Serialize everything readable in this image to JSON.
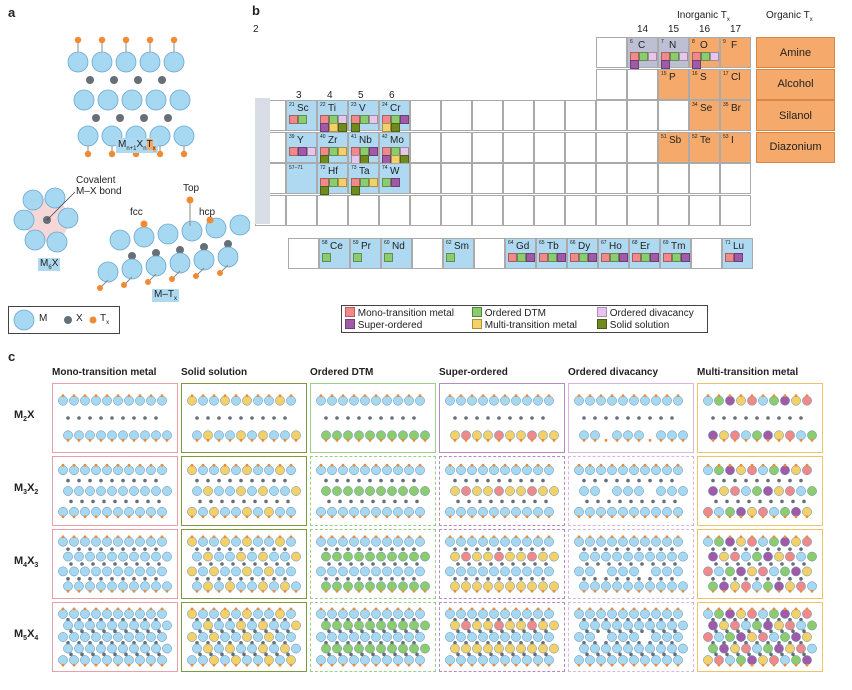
{
  "panel_a": {
    "label": "a",
    "formula_main": [
      "M",
      "n+1",
      "X",
      "n",
      "T",
      "x"
    ],
    "covalent_label": [
      "Covalent",
      "M–X bond"
    ],
    "m6x_label": [
      "M",
      "6",
      "X"
    ],
    "top_label": "Top",
    "fcc_label": "fcc",
    "hcp_label": "hcp",
    "mt_label": [
      "M–T",
      "x"
    ],
    "legend": [
      {
        "label": "M",
        "color": "#a7d8f2"
      },
      {
        "label": "X",
        "color": "#666f78"
      },
      {
        "label": "T",
        "sub": "x",
        "color": "#f08a33"
      }
    ]
  },
  "panel_b": {
    "label": "b",
    "group_headers": [
      {
        "text": "2",
        "col": 0,
        "row": -1
      },
      {
        "text": "3",
        "col": 1
      },
      {
        "text": "4",
        "col": 2
      },
      {
        "text": "5",
        "col": 3
      },
      {
        "text": "6",
        "col": 4
      },
      {
        "text": "14",
        "col": 12
      },
      {
        "text": "15",
        "col": 13
      },
      {
        "text": "16",
        "col": 14
      },
      {
        "text": "17",
        "col": 15
      }
    ],
    "inorganic_title": [
      "Inorganic T",
      "x"
    ],
    "organic_title": [
      "Organic T",
      "x"
    ],
    "organic_groups": [
      "Amine",
      "Alcohol",
      "Silanol",
      "Diazonium"
    ],
    "transition_elements": [
      {
        "row": 2,
        "col": 1,
        "num": "21",
        "sym": "Sc",
        "marks": [
          "red",
          "green"
        ]
      },
      {
        "row": 2,
        "col": 2,
        "num": "22",
        "sym": "Ti",
        "marks": [
          "red",
          "green",
          "pink",
          "purple",
          "yellow",
          "olive"
        ]
      },
      {
        "row": 2,
        "col": 3,
        "num": "23",
        "sym": "V",
        "marks": [
          "red",
          "green",
          "pink",
          "olive"
        ]
      },
      {
        "row": 2,
        "col": 4,
        "num": "24",
        "sym": "Cr",
        "marks": [
          "red",
          "green",
          "purple",
          "yellow",
          "olive"
        ]
      },
      {
        "row": 3,
        "col": 1,
        "num": "39",
        "sym": "Y",
        "marks": [
          "red",
          "purple",
          "pink"
        ]
      },
      {
        "row": 3,
        "col": 2,
        "num": "40",
        "sym": "Zr",
        "marks": [
          "red",
          "green",
          "yellow",
          "olive"
        ]
      },
      {
        "row": 3,
        "col": 3,
        "num": "41",
        "sym": "Nb",
        "marks": [
          "red",
          "green",
          "purple",
          "pink",
          "olive"
        ]
      },
      {
        "row": 3,
        "col": 4,
        "num": "42",
        "sym": "Mo",
        "marks": [
          "red",
          "green",
          "pink",
          "purple",
          "yellow",
          "olive"
        ]
      },
      {
        "row": 4,
        "col": 1,
        "num": "57–71",
        "sym": "",
        "marks": []
      },
      {
        "row": 4,
        "col": 2,
        "num": "72",
        "sym": "Hf",
        "marks": [
          "red",
          "green",
          "yellow",
          "olive"
        ]
      },
      {
        "row": 4,
        "col": 3,
        "num": "73",
        "sym": "Ta",
        "marks": [
          "red",
          "green",
          "yellow",
          "olive"
        ]
      },
      {
        "row": 4,
        "col": 4,
        "num": "74",
        "sym": "W",
        "marks": [
          "green",
          "purple"
        ]
      }
    ],
    "nonmetal_elements": [
      {
        "row": 0,
        "col": 12,
        "num": "6",
        "sym": "C",
        "bg": "#bcc0d2",
        "marks": [
          "red",
          "green",
          "pink",
          "purple"
        ]
      },
      {
        "row": 0,
        "col": 13,
        "num": "7",
        "sym": "N",
        "bg": "#bcc0d2",
        "marks": [
          "red",
          "green",
          "pink",
          "purple"
        ]
      },
      {
        "row": 0,
        "col": 14,
        "num": "8",
        "sym": "O",
        "bg": "#f5a96a",
        "marks": [
          "red",
          "green",
          "pink",
          "purple"
        ]
      },
      {
        "row": 0,
        "col": 15,
        "num": "9",
        "sym": "F",
        "bg": "#f5a96a",
        "marks": []
      },
      {
        "row": 1,
        "col": 13,
        "num": "15",
        "sym": "P",
        "bg": "#f5a96a",
        "marks": []
      },
      {
        "row": 1,
        "col": 14,
        "num": "16",
        "sym": "S",
        "bg": "#f5a96a",
        "marks": []
      },
      {
        "row": 1,
        "col": 15,
        "num": "17",
        "sym": "Cl",
        "bg": "#f5a96a",
        "marks": []
      },
      {
        "row": 2,
        "col": 14,
        "num": "34",
        "sym": "Se",
        "bg": "#f5a96a",
        "marks": []
      },
      {
        "row": 2,
        "col": 15,
        "num": "35",
        "sym": "Br",
        "bg": "#f5a96a",
        "marks": []
      },
      {
        "row": 3,
        "col": 13,
        "num": "51",
        "sym": "Sb",
        "bg": "#f5a96a",
        "marks": []
      },
      {
        "row": 3,
        "col": 14,
        "num": "52",
        "sym": "Te",
        "bg": "#f5a96a",
        "marks": []
      },
      {
        "row": 3,
        "col": 15,
        "num": "53",
        "sym": "I",
        "bg": "#f5a96a",
        "marks": []
      }
    ],
    "lanthanides": [
      {
        "col": 1,
        "num": "58",
        "sym": "Ce",
        "marks": [
          "green"
        ]
      },
      {
        "col": 2,
        "num": "59",
        "sym": "Pr",
        "marks": [
          "green"
        ]
      },
      {
        "col": 3,
        "num": "60",
        "sym": "Nd",
        "marks": [
          "green"
        ]
      },
      {
        "col": 5,
        "num": "62",
        "sym": "Sm",
        "marks": [
          "green"
        ]
      },
      {
        "col": 7,
        "num": "64",
        "sym": "Gd",
        "marks": [
          "red",
          "green",
          "purple"
        ]
      },
      {
        "col": 8,
        "num": "65",
        "sym": "Tb",
        "marks": [
          "red",
          "green",
          "purple"
        ]
      },
      {
        "col": 9,
        "num": "66",
        "sym": "Dy",
        "marks": [
          "red",
          "green",
          "purple"
        ]
      },
      {
        "col": 10,
        "num": "67",
        "sym": "Ho",
        "marks": [
          "red",
          "green",
          "purple"
        ]
      },
      {
        "col": 11,
        "num": "68",
        "sym": "Er",
        "marks": [
          "red",
          "green",
          "purple"
        ]
      },
      {
        "col": 12,
        "num": "69",
        "sym": "Tm",
        "marks": [
          "red",
          "green",
          "purple"
        ]
      },
      {
        "col": 14,
        "num": "71",
        "sym": "Lu",
        "marks": [
          "red",
          "purple"
        ]
      }
    ],
    "legend": [
      {
        "label": "Mono-transition metal",
        "color": "#f08a8a"
      },
      {
        "label": "Ordered DTM",
        "color": "#8ccc6e"
      },
      {
        "label": "Ordered divacancy",
        "color": "#e6c6ea"
      },
      {
        "label": "Super-ordered",
        "color": "#a05aa8"
      },
      {
        "label": "Multi-transition metal",
        "color": "#f2d06a"
      },
      {
        "label": "Solid solution",
        "color": "#6f8a1e"
      }
    ]
  },
  "panel_c": {
    "label": "c",
    "columns": [
      {
        "title": "Mono-transition metal",
        "border": "#e7a0a8",
        "style": "mono"
      },
      {
        "title": "Solid solution",
        "border": "#7f9a3a",
        "style": "solid"
      },
      {
        "title": "Ordered DTM",
        "border": "#9ccd8a",
        "style": "dtm"
      },
      {
        "title": "Super-ordered",
        "border": "#b88ac0",
        "style": "super"
      },
      {
        "title": "Ordered divacancy",
        "border": "#d8b8de",
        "style": "divac"
      },
      {
        "title": "Multi-transition metal",
        "border": "#ecc26a",
        "style": "multi"
      }
    ],
    "rows": [
      {
        "label": [
          "M",
          "2",
          "X"
        ],
        "layers": 2
      },
      {
        "label": [
          "M",
          "3",
          "X",
          "2"
        ],
        "layers": 3
      },
      {
        "label": [
          "M",
          "4",
          "X",
          "3"
        ],
        "layers": 4
      },
      {
        "label": [
          "M",
          "5",
          "X",
          "4"
        ],
        "layers": 5
      }
    ]
  },
  "colors": {
    "metal": "#a7d8f2",
    "x_atom": "#666f78",
    "tx": "#f08a33",
    "red": "#f08a8a",
    "green": "#8ccc6e",
    "pink": "#e6c6ea",
    "purple": "#a05aa8",
    "yellow": "#f2d06a",
    "olive": "#6f8a1e",
    "tm_cell": "#aed9f0",
    "organic": "#f5a96a"
  }
}
